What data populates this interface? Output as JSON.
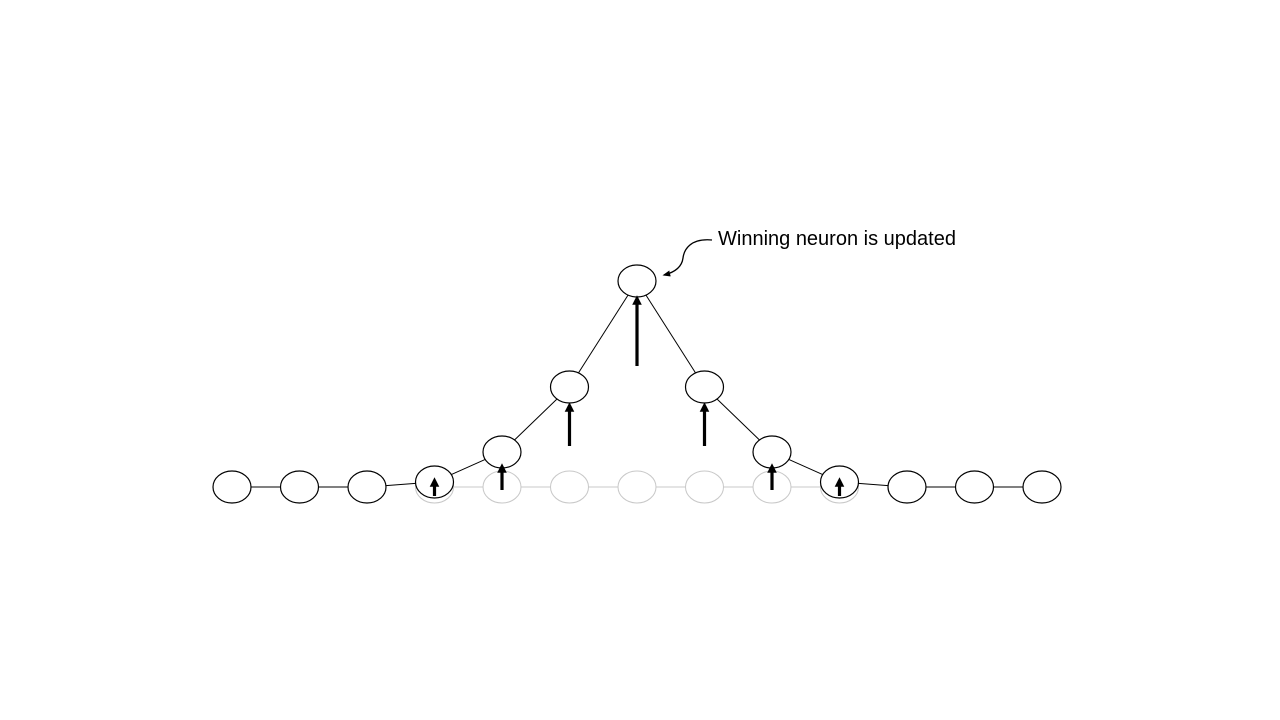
{
  "annotation": {
    "text": "Winning neuron is updated"
  },
  "colors": {
    "background": "#ffffff",
    "node_stroke": "#000000",
    "ghost_stroke": "#c8c8c8",
    "arrow": "#000000"
  },
  "neurons": {
    "count": 13,
    "winner_index": 6
  }
}
